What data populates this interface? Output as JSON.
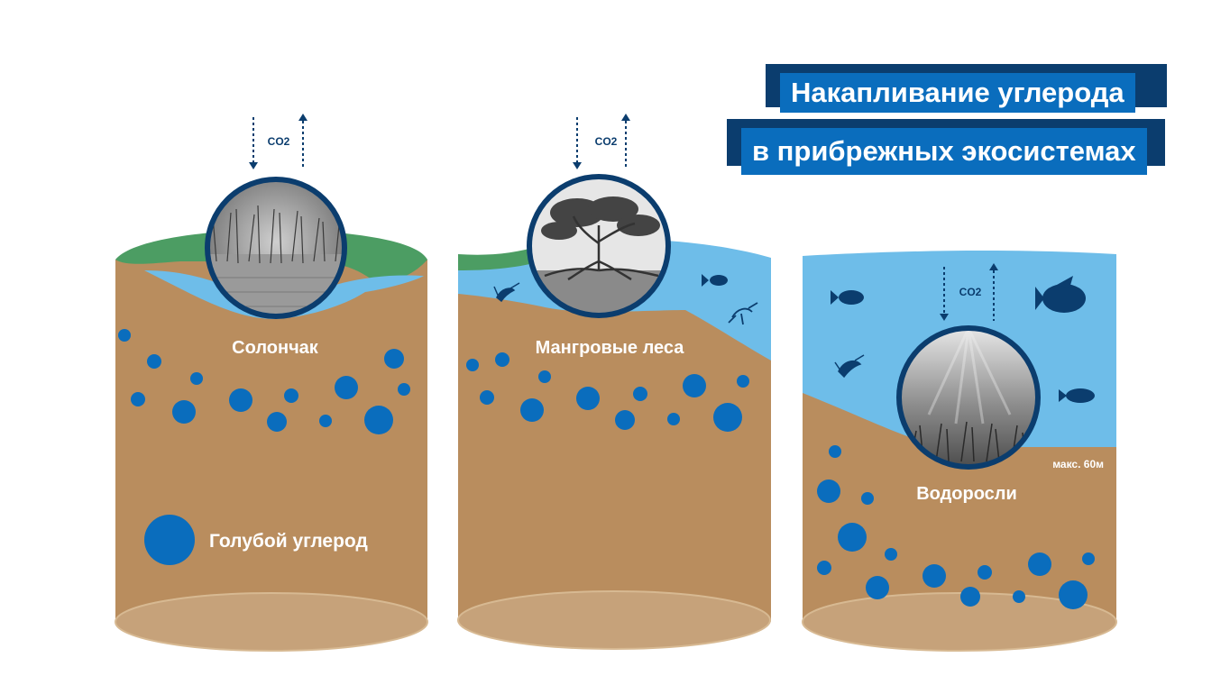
{
  "title": {
    "line1": "Накапливание углерода",
    "line2": "в прибрежных экосистемах"
  },
  "colors": {
    "soil": "#b98d5e",
    "soil_bottom": "#c6a27a",
    "water": "#6ebde9",
    "marsh_green": "#4c9d63",
    "carbon_blue": "#0a6dbd",
    "frame_navy": "#0b3d6e",
    "title_bg": "#0a6dbd"
  },
  "ecosystems": [
    {
      "label": "Солончак",
      "co2": "CO2",
      "photo": "grass-marsh-photo"
    },
    {
      "label": "Мангровые леса",
      "co2": "CO2",
      "photo": "mangrove-tree-photo"
    },
    {
      "label": "Водоросли",
      "co2": "CO2",
      "photo": "seagrass-photo",
      "depth_note": "макс. 60м"
    }
  ],
  "legend": {
    "label": "Голубой углерод",
    "icon": "blue-carbon-circle-icon"
  }
}
